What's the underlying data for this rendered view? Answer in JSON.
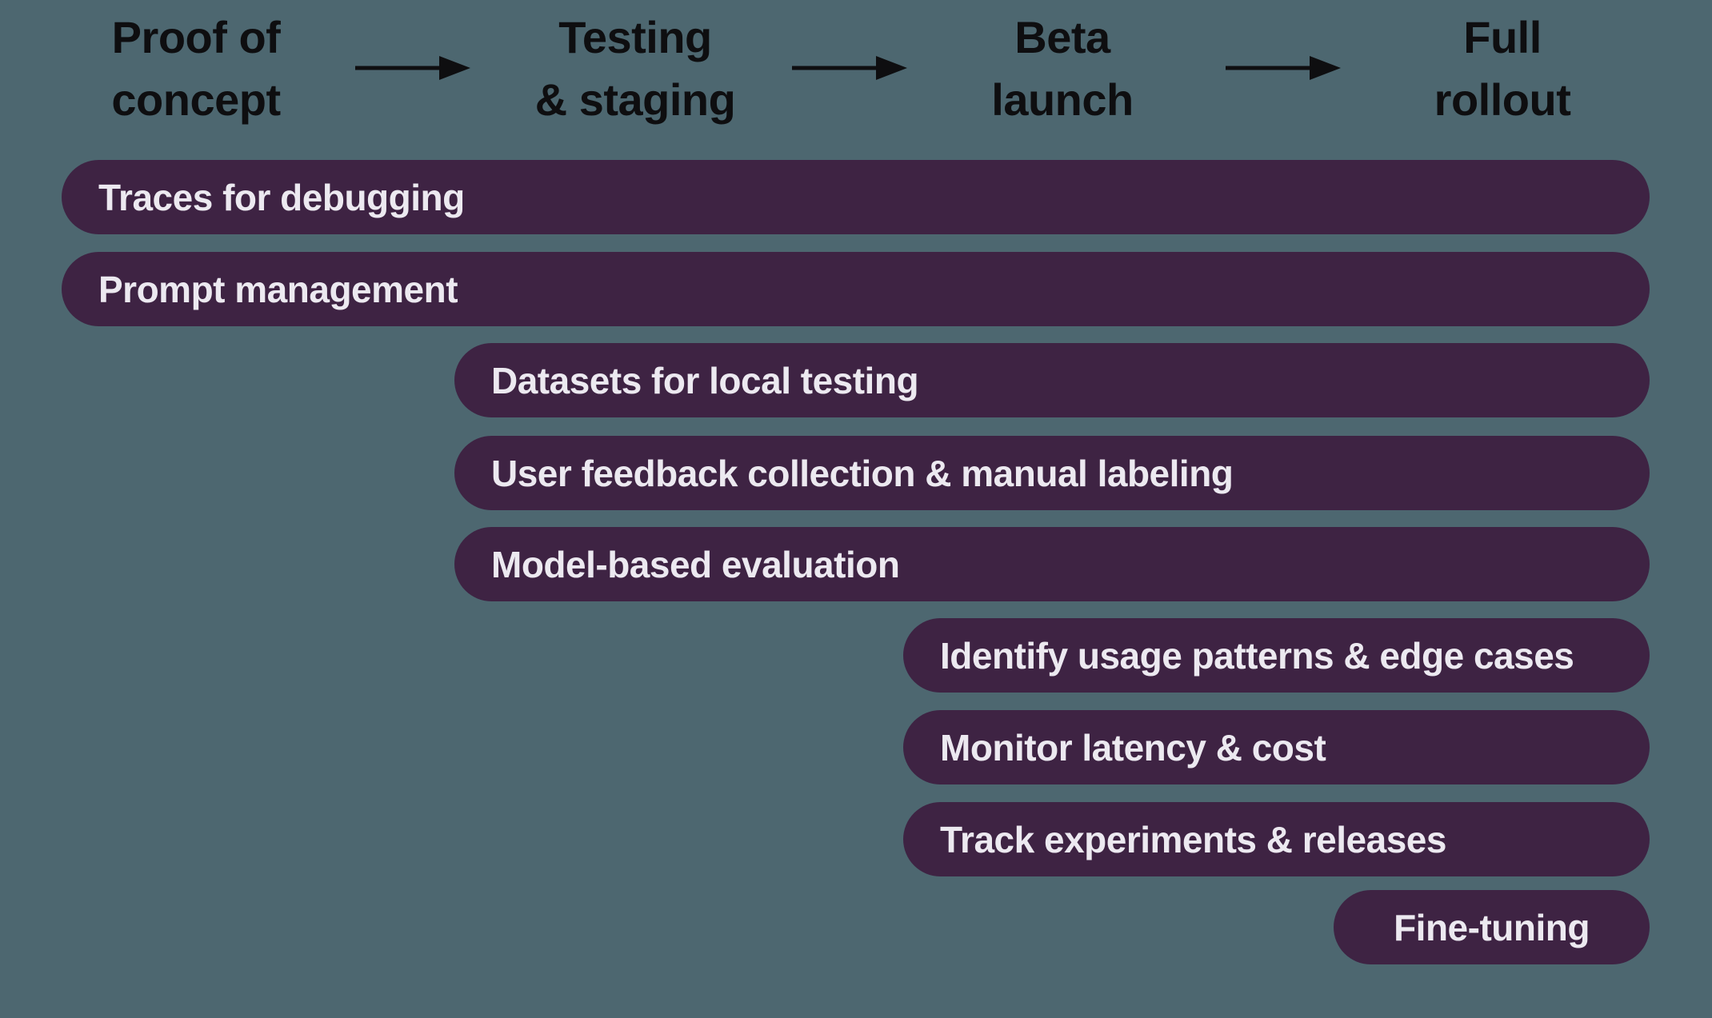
{
  "colors": {
    "background": "#4d6770",
    "bar_fill": "#3e2343",
    "bar_text": "#ece9f0",
    "header_text": "#0e0e10"
  },
  "icons": {
    "phase_arrow": "→"
  },
  "phases": [
    {
      "label": "Proof of concept",
      "lines": [
        "Proof of",
        "concept"
      ]
    },
    {
      "label": "Testing & staging",
      "lines": [
        "Testing",
        "& staging"
      ]
    },
    {
      "label": "Beta launch",
      "lines": [
        "Beta",
        "launch"
      ]
    },
    {
      "label": "Full rollout",
      "lines": [
        "Full",
        "rollout"
      ]
    }
  ],
  "bars": [
    {
      "label": "Traces for debugging",
      "start_phase": "Proof of concept",
      "end_phase": "Full rollout"
    },
    {
      "label": "Prompt management",
      "start_phase": "Proof of concept",
      "end_phase": "Full rollout"
    },
    {
      "label": "Datasets for local testing",
      "start_phase": "Testing & staging",
      "end_phase": "Full rollout"
    },
    {
      "label": "User feedback collection & manual labeling",
      "start_phase": "Testing & staging",
      "end_phase": "Full rollout"
    },
    {
      "label": "Model-based evaluation",
      "start_phase": "Testing & staging",
      "end_phase": "Full rollout"
    },
    {
      "label": "Identify usage patterns & edge cases",
      "start_phase": "Beta launch",
      "end_phase": "Full rollout"
    },
    {
      "label": "Monitor latency & cost",
      "start_phase": "Beta launch",
      "end_phase": "Full rollout"
    },
    {
      "label": "Track experiments & releases",
      "start_phase": "Beta launch",
      "end_phase": "Full rollout"
    },
    {
      "label": "Fine-tuning",
      "start_phase": "Full rollout",
      "end_phase": "Full rollout"
    }
  ]
}
